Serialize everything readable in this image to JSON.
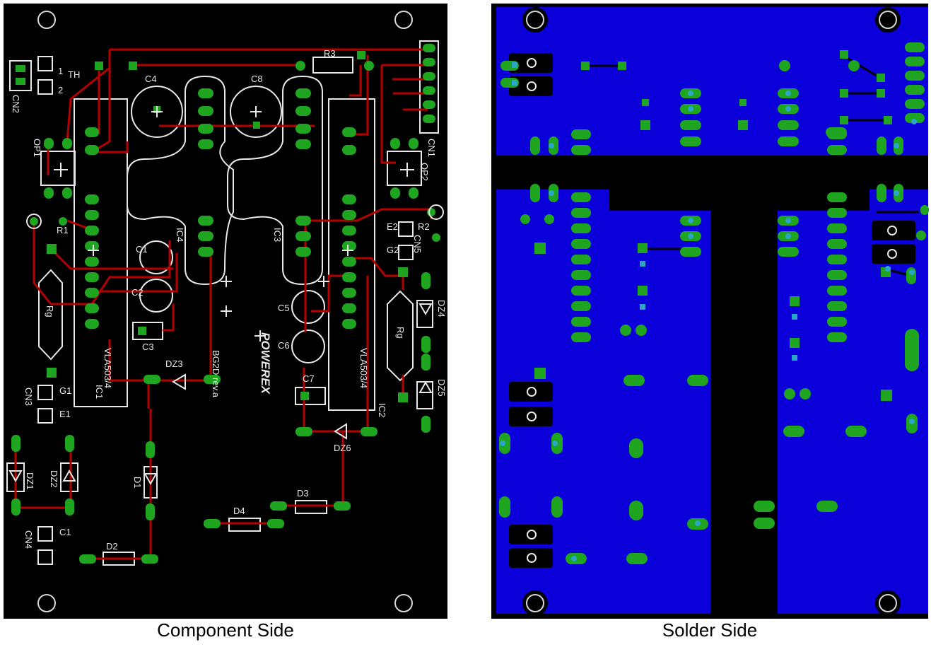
{
  "figure": {
    "left_caption": "Component Side",
    "right_caption": "Solder Side"
  },
  "board": {
    "name": "BG2D rev.a",
    "brand": "POWEREX",
    "colors": {
      "board_black": "#000000",
      "copper_top": "#b40000",
      "pad_green": "#1fa51f",
      "silkscreen": "#e8e8e8",
      "copper_bottom": "#0b00d9",
      "via_cyan": "#2aa6c8"
    }
  },
  "labels": {
    "cn1": "CN1",
    "cn2": "CN2",
    "cn3": "CN3",
    "cn4": "CN4",
    "cn5": "CN5",
    "th": "TH",
    "one": "1",
    "two": "2",
    "r1": "R1",
    "r2": "R2",
    "r3": "R3",
    "rg_left": "Rg",
    "rg_right": "Rg",
    "op1": "OP1",
    "op2": "OP2",
    "ic1": "IC1",
    "ic2": "IC2",
    "ic3": "IC3",
    "ic4": "IC4",
    "vla_left": "VLA503/4",
    "vla_right": "VLA503/4",
    "c1": "C1",
    "c2": "C2",
    "c3": "C3",
    "c4": "C4",
    "c5": "C5",
    "c6": "C6",
    "c7": "C7",
    "c8": "C8",
    "g1": "G1",
    "e1": "E1",
    "e2": "E2",
    "g2": "G2",
    "c1pin": "C1",
    "dz1": "DZ1",
    "dz2": "DZ2",
    "dz3": "DZ3",
    "dz4": "DZ4",
    "dz5": "DZ5",
    "dz6": "DZ6",
    "d1": "D1",
    "d2": "D2",
    "d3": "D3",
    "d4": "D4"
  }
}
